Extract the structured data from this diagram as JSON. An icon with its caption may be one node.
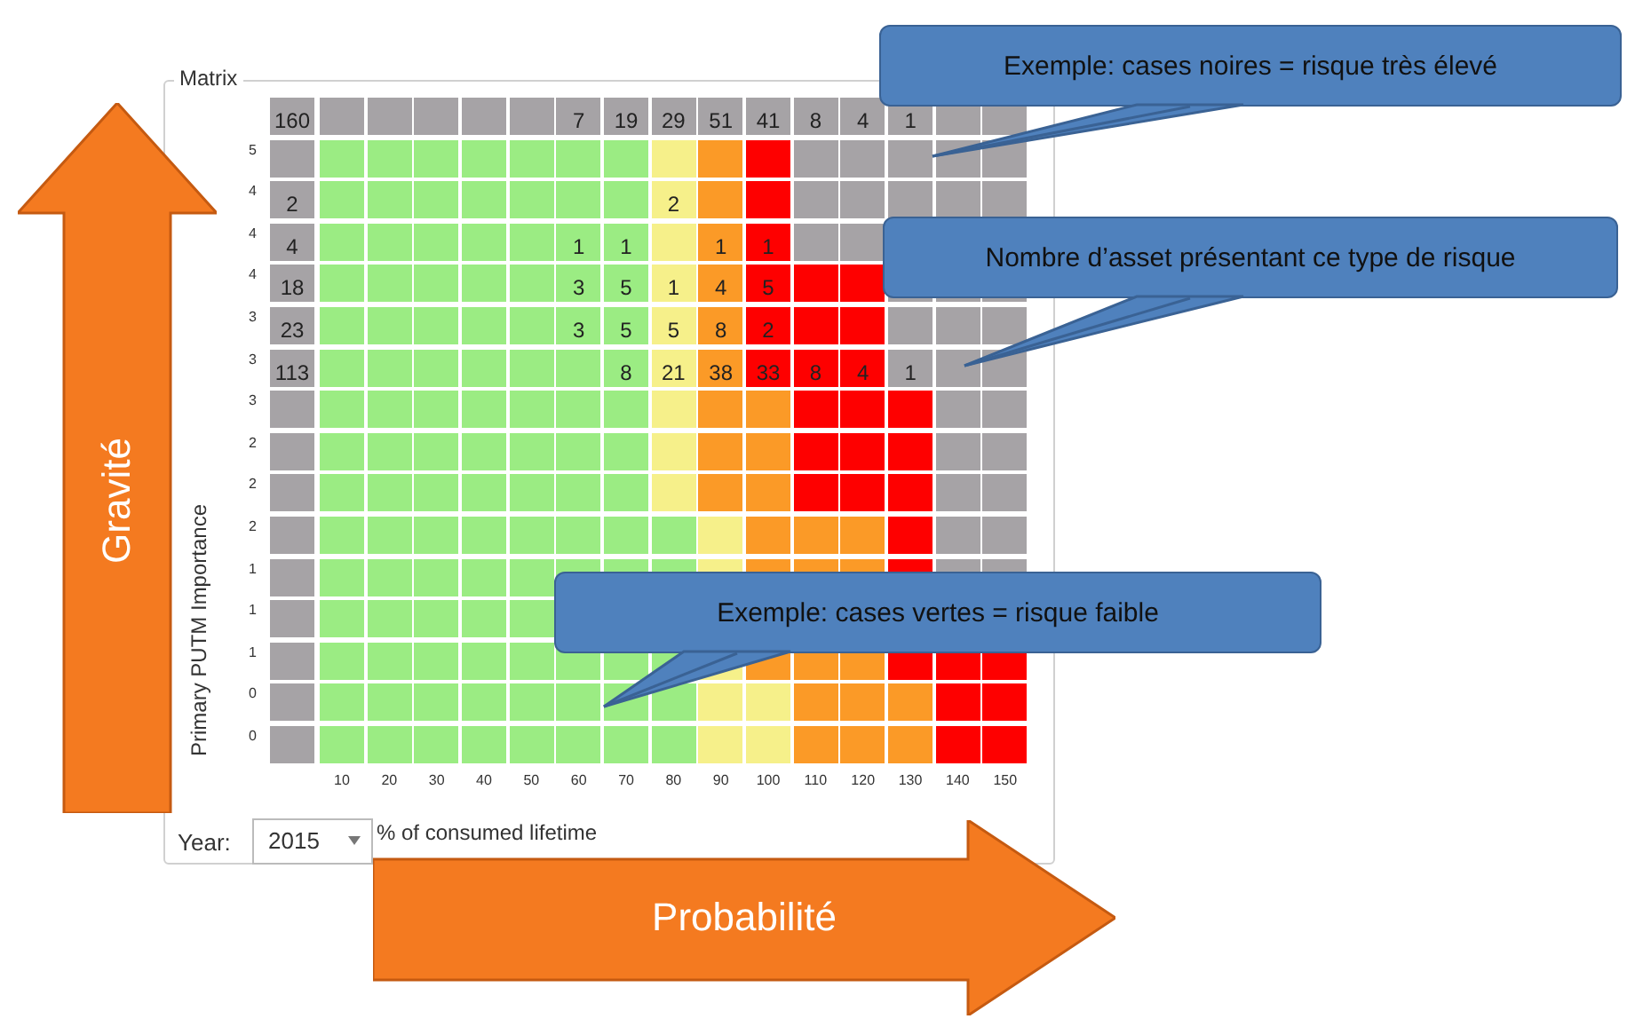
{
  "diagram": {
    "nodes": [
      {
        "text": [
          "Exemple: cases noires = risque très élevé"
        ]
      },
      {
        "text": [
          "Gravité"
        ]
      },
      {
        "text": [
          "Nombre d’asset présentant ce type de risque"
        ]
      },
      {
        "text": [
          "Exemple: cases vertes = risque faible"
        ]
      },
      {
        "text": [
          "Probabilité"
        ]
      }
    ],
    "edges": [
      {
        "from": 0,
        "to": null,
        "arrow": "none"
      },
      {
        "from": 2,
        "to": null,
        "arrow": "none"
      },
      {
        "from": 3,
        "to": null,
        "arrow": "none"
      }
    ],
    "labels": [
      "Matrix",
      "160",
      "7",
      "19",
      "29",
      "51",
      "41",
      "8",
      "4",
      "1",
      "5",
      "4",
      "2",
      "2",
      "4",
      "4",
      "1",
      "1",
      "1",
      "1",
      "4",
      "18",
      "3",
      "5",
      "1",
      "4",
      "5",
      "3",
      "23",
      "3",
      "5",
      "5",
      "8",
      "2",
      "3",
      "113",
      "8",
      "21",
      "38",
      "33",
      "8",
      "4",
      "1",
      "3",
      "2",
      "2",
      "2",
      "1",
      "1",
      "1",
      "0",
      "0",
      "10",
      "20",
      "30",
      "40",
      "50",
      "60",
      "70",
      "80",
      "90",
      "100",
      "110",
      "120",
      "130",
      "140",
      "150",
      "Primary PUTM Importance",
      "Year:",
      "2015",
      "% of consumed lifetime"
    ]
  }
}
